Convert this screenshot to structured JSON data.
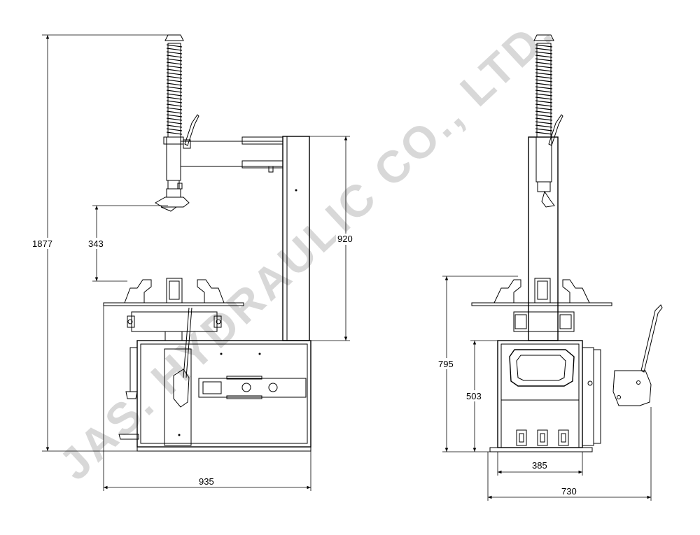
{
  "watermark": "JAS. HYDRAULIC CO., LTD.",
  "side_view": {
    "dimensions": {
      "total_height": "1877",
      "head_to_table": "343",
      "column_height": "920",
      "width": "935"
    }
  },
  "front_view": {
    "dimensions": {
      "table_height": "795",
      "body_height": "503",
      "base_width": "385",
      "overall_width": "730"
    }
  }
}
